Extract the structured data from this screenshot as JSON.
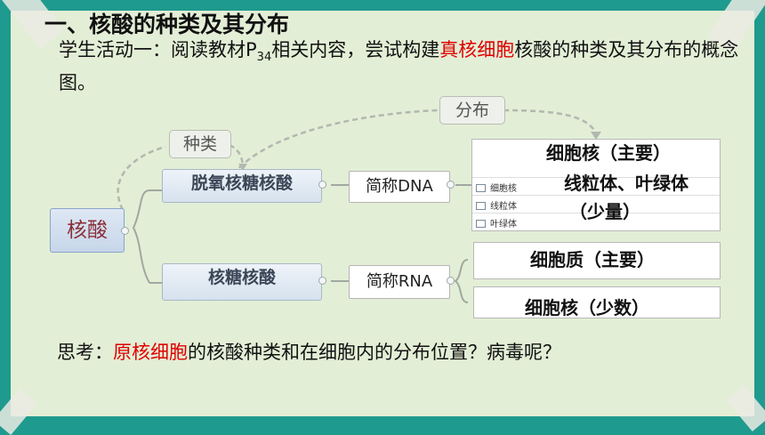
{
  "heading": "一、核酸的种类及其分布",
  "intro": {
    "p1": "学生活动一：阅读教材P",
    "sub": "34",
    "p2": "相关内容，尝试构建",
    "highlight": "真核细胞",
    "p3": "核酸的种类及其分布的概念图。"
  },
  "map": {
    "root": "核酸",
    "tag_kind": "种类",
    "tag_dist": "分布",
    "dna": {
      "name": "脱氧核糖核酸",
      "abbr": "简称DNA",
      "rows": [
        "细胞核",
        "线粒体",
        "叶绿体"
      ]
    },
    "rna": {
      "name": "核糖核酸",
      "abbr": "简称RNA"
    },
    "overlays": {
      "dna_main": "细胞核（主要）",
      "dna_minor_1": "线粒体、叶绿体",
      "dna_minor_2": "（少量）",
      "rna_main": "细胞质（主要）",
      "rna_minor": "细胞核（少数）"
    }
  },
  "think": {
    "prefix": "思考：",
    "highlight": "原核细胞",
    "suffix": "的核酸种类和在细胞内的分布位置？病毒呢？"
  },
  "colors": {
    "frame": "#1f9a8e",
    "board": "#e3eed6",
    "accent_red": "#e00000"
  }
}
